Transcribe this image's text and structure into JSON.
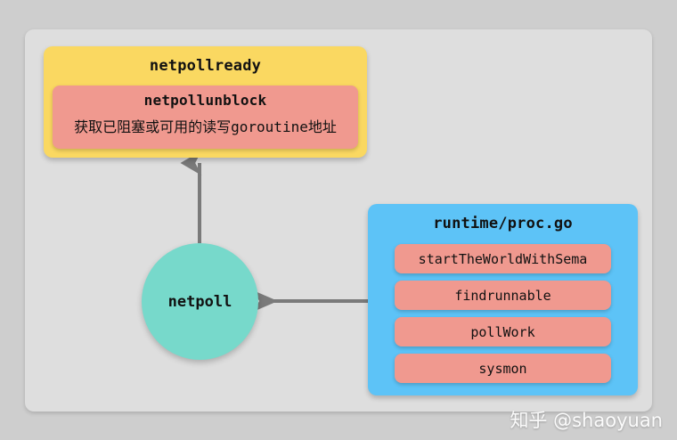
{
  "diagram": {
    "background_color": "#cecece",
    "panel_color": "#dedede",
    "arrow_color": "#7a7a7a",
    "nodes": {
      "netpollready": {
        "title": "netpollready",
        "color": "#fad861",
        "child": {
          "title": "netpollunblock",
          "description": "获取已阻塞或可用的读写goroutine地址",
          "color": "#f0998f"
        }
      },
      "netpoll": {
        "label": "netpoll",
        "color": "#77d9cb",
        "shape": "circle"
      },
      "procgo": {
        "title": "runtime/proc.go",
        "color": "#5dc3f7",
        "items": [
          {
            "label": "startTheWorldWithSema",
            "color": "#f0998f"
          },
          {
            "label": "findrunnable",
            "color": "#f0998f"
          },
          {
            "label": "pollWork",
            "color": "#f0998f"
          },
          {
            "label": "sysmon",
            "color": "#f0998f"
          }
        ]
      }
    },
    "edges": [
      {
        "from": "netpoll",
        "to": "netpollready",
        "direction": "up"
      },
      {
        "from": "procgo",
        "to": "netpoll",
        "direction": "left"
      }
    ]
  },
  "watermark": {
    "text": "知乎 @shaoyuan"
  }
}
